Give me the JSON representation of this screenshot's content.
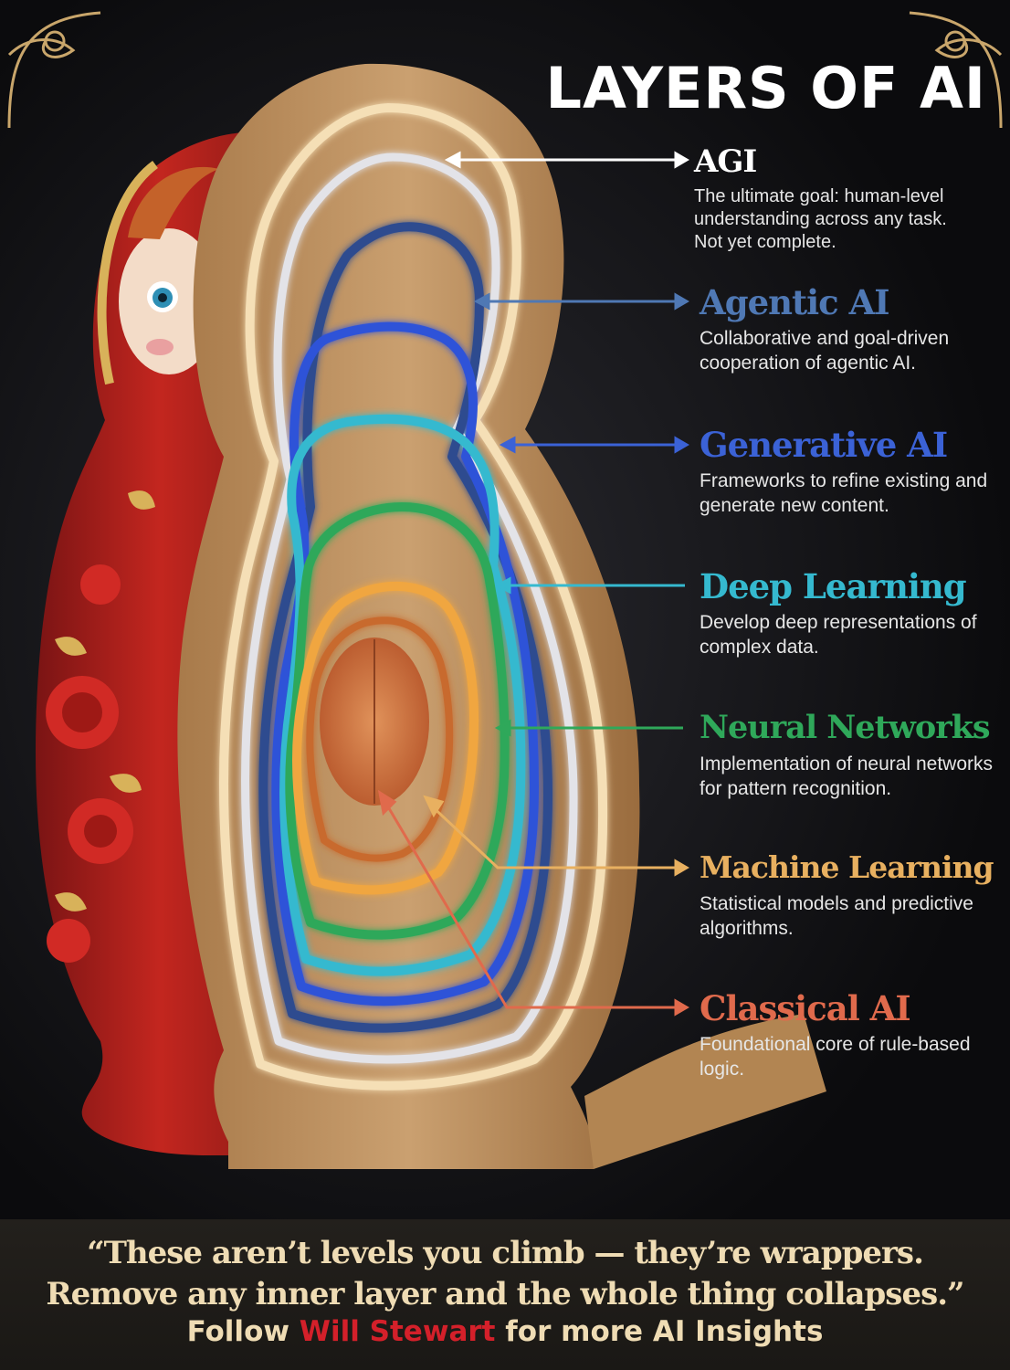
{
  "title": "LAYERS OF AI",
  "layers": [
    {
      "name": "AGI",
      "description": "The ultimate goal: human-level understanding across any task. Not yet complete.",
      "color": "#ffffff"
    },
    {
      "name": "Agentic AI",
      "description": "Collaborative and goal-driven cooperation of agentic AI.",
      "color": "#4f78b4"
    },
    {
      "name": "Generative AI",
      "description": "Frameworks to refine existing and generate new content.",
      "color": "#3b62d6"
    },
    {
      "name": "Deep Learning",
      "description": "Develop deep representations of complex data.",
      "color": "#35b9cf"
    },
    {
      "name": "Neural Networks",
      "description": "Implementation of neural networks for pattern recognition.",
      "color": "#2fa85a"
    },
    {
      "name": "Machine Learning",
      "description": "Statistical models and predictive algorithms.",
      "color": "#e8b060"
    },
    {
      "name": "Classical AI",
      "description": "Foundational core of rule-based logic.",
      "color": "#e06a4c"
    }
  ],
  "quote": {
    "line1": "“These aren’t levels you climb — they’re wrappers.",
    "line2": "Remove any inner layer and the whole thing collapses.”"
  },
  "follow": {
    "prefix": "Follow",
    "author": "Will Stewart",
    "suffix": "for more AI Insights"
  },
  "colors": {
    "background": "#0d0d0f",
    "quote": "#efdcb4",
    "author": "#d4202a",
    "ornament": "#c9a66b"
  },
  "icons": [
    "matryoshka-doll-illustration",
    "corner-ornament"
  ]
}
